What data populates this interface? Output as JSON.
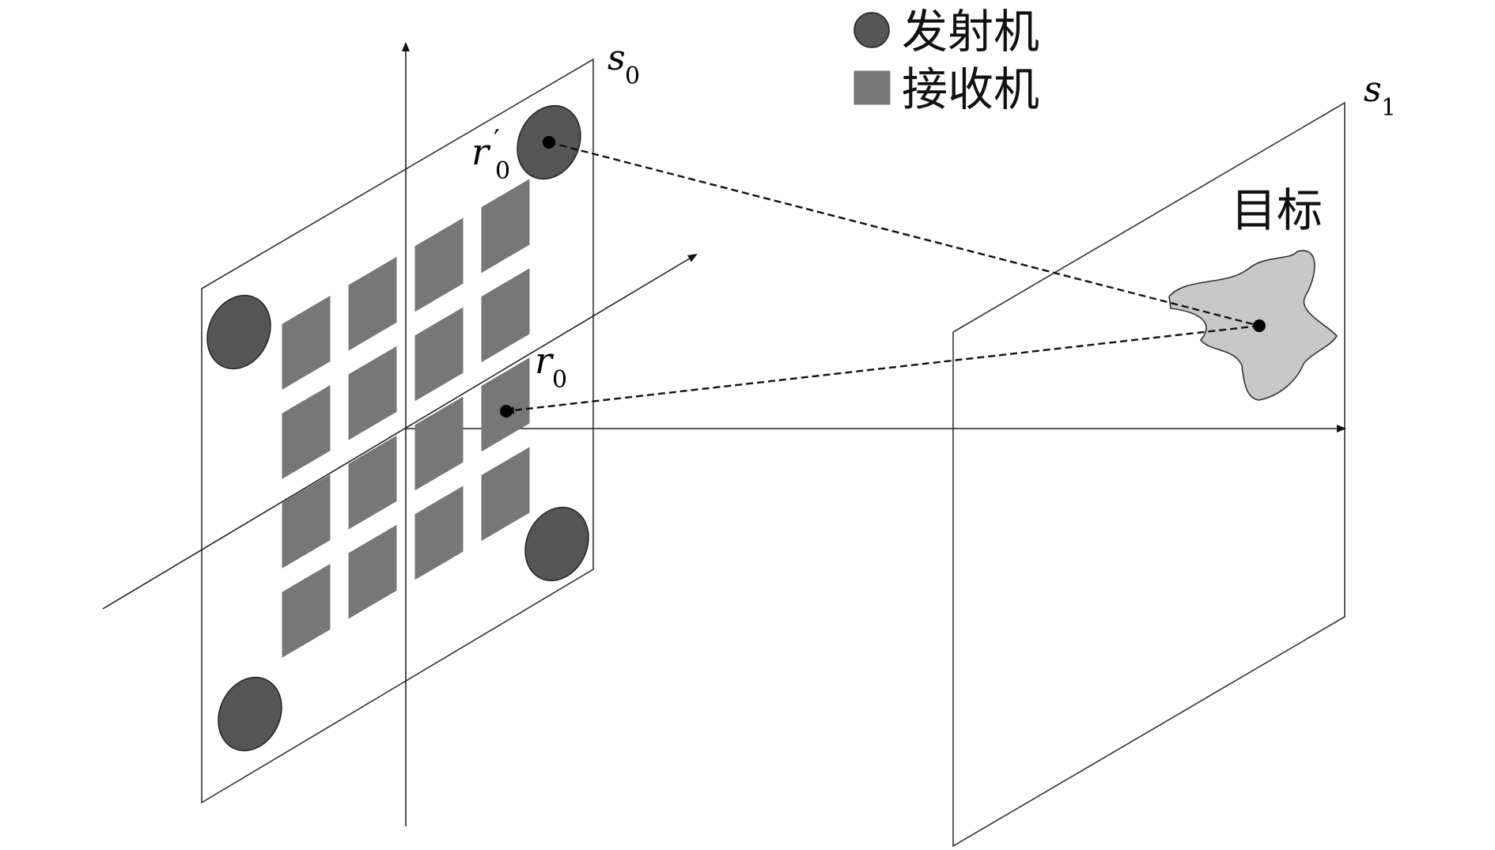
{
  "legend": {
    "transmitter_label": "发射机",
    "receiver_label": "接收机"
  },
  "labels": {
    "plane0_main": "s",
    "plane0_sub": "0",
    "plane1_main": "s",
    "plane1_sub": "1",
    "target": "目标",
    "r0_prime_main": "r",
    "r0_prime_mark": "′",
    "r0_prime_sub": "0",
    "r0_main": "r",
    "r0_sub": "0"
  },
  "colors": {
    "transmitter_fill": "#555555",
    "receiver_fill": "#777777",
    "target_fill": "#c8c8c8",
    "line": "#222222"
  },
  "icons": {
    "transmitter": "dark-circle-icon",
    "receiver": "gray-square-icon"
  },
  "receiver_grid": {
    "rows": 4,
    "cols": 4
  },
  "transmitter_count": 4
}
